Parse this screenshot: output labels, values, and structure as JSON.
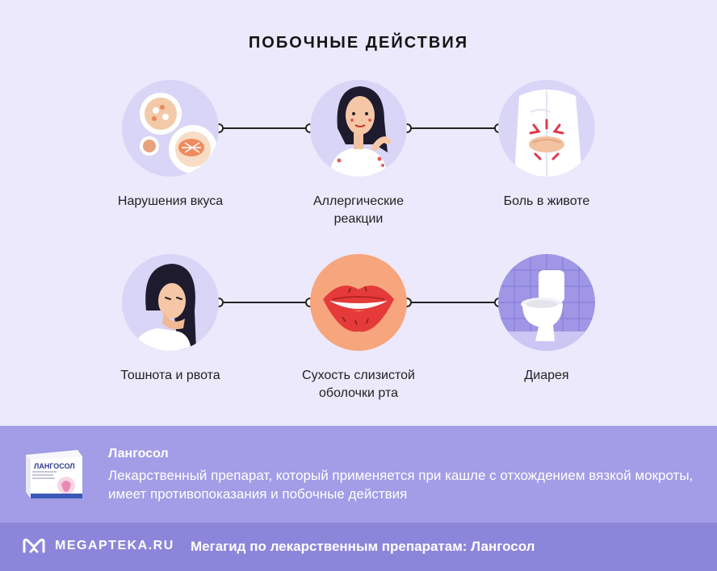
{
  "title": "ПОБОЧНЫЕ ДЕЙСТВИЯ",
  "side_effects": [
    {
      "label": "Нарушения вкуса",
      "icon": "food-plates-icon"
    },
    {
      "label": "Аллергические реакции",
      "icon": "allergic-woman-icon"
    },
    {
      "label": "Боль в животе",
      "icon": "stomach-pain-icon"
    },
    {
      "label": "Тошнота и рвота",
      "icon": "nauseous-woman-icon"
    },
    {
      "label": "Сухость слизистой оболочки рта",
      "icon": "dry-lips-icon"
    },
    {
      "label": "Диарея",
      "icon": "toilet-icon"
    }
  ],
  "drug": {
    "name": "Лангосол",
    "description": "Лекарственный препарат, который применяется при кашле с отхождением вязкой мокроты, имеет противопоказания и побочные действия",
    "pack_label": "ЛАНГОСОЛ"
  },
  "footer": {
    "brand": "MEGAPTEKA.RU",
    "text": "Мегагид по лекарственным препаратам: Лангосол"
  },
  "colors": {
    "background": "#ebe9fb",
    "circle": "#d9d5f7",
    "info_band": "#a29de6",
    "footer": "#8c86da",
    "lips_circle": "#f7a57d"
  }
}
